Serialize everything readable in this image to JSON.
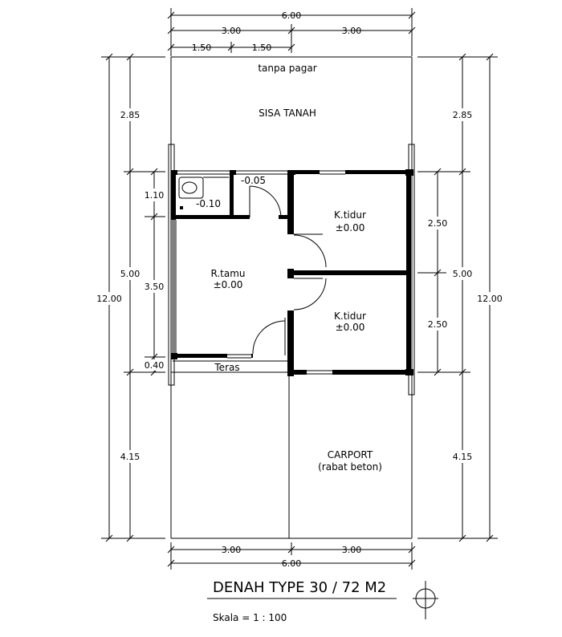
{
  "dimensions": {
    "top_total": "6.00",
    "top_half_left": "3.00",
    "top_half_right": "3.00",
    "top_quarter_a": "1.50",
    "top_quarter_b": "1.50",
    "left_285": "2.85",
    "left_110": "1.10",
    "left_500": "5.00",
    "left_350": "3.50",
    "left_040": "0.40",
    "left_1200": "12.00",
    "left_415": "4.15",
    "right_285": "2.85",
    "right_250_a": "2.50",
    "right_500": "5.00",
    "right_1200": "12.00",
    "right_250_b": "2.50",
    "right_415": "4.15",
    "bottom_half_left": "3.00",
    "bottom_half_right": "3.00",
    "bottom_total": "6.00"
  },
  "rooms": {
    "front_note": "tanpa pagar",
    "sisa_tanah": "SISA TANAH",
    "level_kamar_mandi_a": "-0.05",
    "level_kamar_mandi_b": "-0.10",
    "bedroom1_name": "K.tidur",
    "bedroom1_level": "±0.00",
    "living_name": "R.tamu",
    "living_level": "±0.00",
    "bedroom2_name": "K.tidur",
    "bedroom2_level": "±0.00",
    "teras": "Teras",
    "carport_name": "CARPORT",
    "carport_note": "(rabat beton)"
  },
  "title_block": {
    "title": "DENAH TYPE 30 / 72 M2",
    "scale": "Skala =  1 : 100"
  }
}
